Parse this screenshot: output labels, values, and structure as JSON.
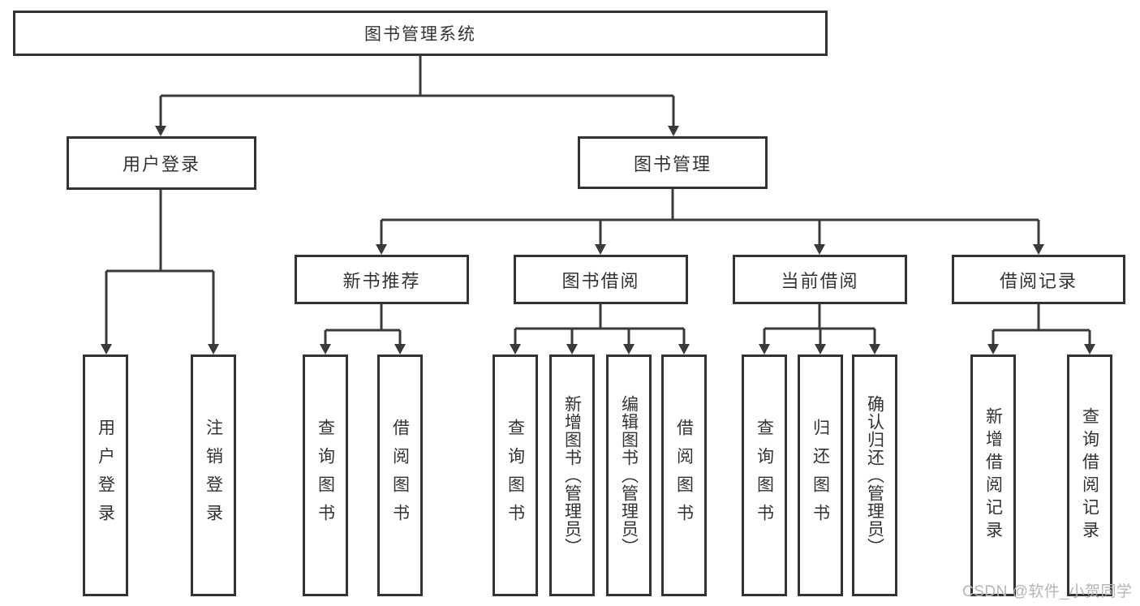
{
  "diagram_type": "hierarchy-tree",
  "colors": {
    "background": "#ffffff",
    "line": "#3a3a3a",
    "box_border": "#333333",
    "text": "#333333",
    "watermark_text": "#b5b5b5"
  },
  "watermark": "CSDN @软件_小贺同学",
  "hierarchy": {
    "label": "图书管理系统",
    "children": [
      {
        "label": "用户登录",
        "children": [
          {
            "label": "用户登录"
          },
          {
            "label": "注销登录"
          }
        ]
      },
      {
        "label": "图书管理",
        "children": [
          {
            "label": "新书推荐",
            "children": [
              {
                "label": "查询图书"
              },
              {
                "label": "借阅图书"
              }
            ]
          },
          {
            "label": "图书借阅",
            "children": [
              {
                "label": "查询图书"
              },
              {
                "label": "新增图书（管理员）"
              },
              {
                "label": "编辑图书（管理员）"
              },
              {
                "label": "借阅图书"
              }
            ]
          },
          {
            "label": "当前借阅",
            "children": [
              {
                "label": "查询图书"
              },
              {
                "label": "归还图书"
              },
              {
                "label": "确认归还（管理员）"
              }
            ]
          },
          {
            "label": "借阅记录",
            "children": [
              {
                "label": "新增借阅记录"
              },
              {
                "label": "查询借阅记录"
              }
            ]
          }
        ]
      }
    ]
  }
}
